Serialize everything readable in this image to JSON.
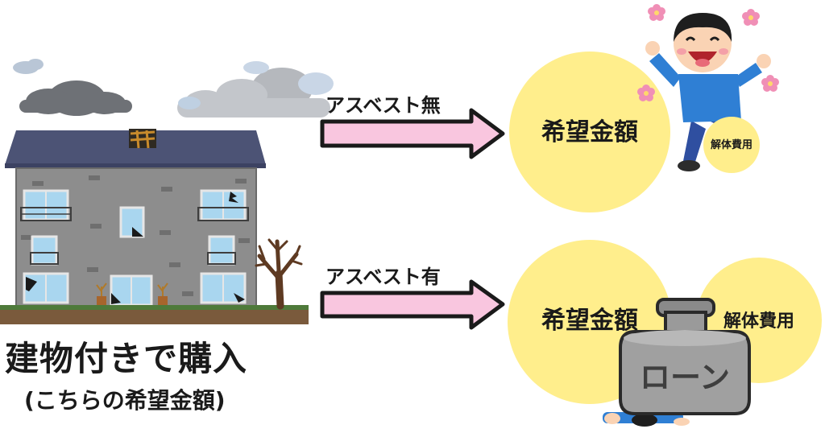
{
  "caption": {
    "main": "建物付きで購入",
    "sub": "(こちらの希望金額)"
  },
  "arrows": [
    {
      "label": "アスベスト無"
    },
    {
      "label": "アスベスト有"
    }
  ],
  "scenario_top": {
    "big_circle_label": "希望金額",
    "small_circle_label": "解体費用"
  },
  "scenario_bottom": {
    "big_circle_label": "希望金額",
    "small_circle_label": "解体費用",
    "weight_label": "ローン"
  },
  "colors": {
    "circle": "#FFEE8C",
    "arrow_fill": "#F9C6DF",
    "roof": "#4C5375",
    "wall": "#8E8E8E",
    "ground": "#7A5A3C",
    "grass": "#4E7A3A",
    "weight": "#9A9A9A",
    "cloud_dark": "#6B6E73",
    "cloud_light": "#BFC2C7",
    "flower": "#F08FB6",
    "shirt": "#2F7FD4"
  }
}
